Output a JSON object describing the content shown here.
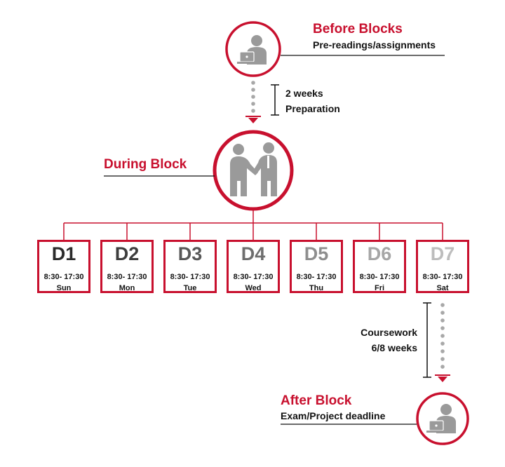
{
  "before": {
    "title": "Before Blocks",
    "subtitle": "Pre-readings/assignments",
    "icon": "person-laptop-icon"
  },
  "prep": {
    "line1": "2 weeks",
    "line2": "Preparation"
  },
  "during": {
    "title": "During Block",
    "icon": "handshake-icon"
  },
  "days": [
    {
      "code": "D1",
      "time": "8:30- 17:30",
      "dow": "Sun",
      "color": "#2b2b2b"
    },
    {
      "code": "D2",
      "time": "8:30- 17:30",
      "dow": "Mon",
      "color": "#3d3d3d"
    },
    {
      "code": "D3",
      "time": "8:30- 17:30",
      "dow": "Tue",
      "color": "#575757"
    },
    {
      "code": "D4",
      "time": "8:30- 17:30",
      "dow": "Wed",
      "color": "#6e6e6e"
    },
    {
      "code": "D5",
      "time": "8:30- 17:30",
      "dow": "Thu",
      "color": "#8e8e8e"
    },
    {
      "code": "D6",
      "time": "8:30- 17:30",
      "dow": "Fri",
      "color": "#a6a6a6"
    },
    {
      "code": "D7",
      "time": "8:30- 17:30",
      "dow": "Sat",
      "color": "#bdbdbd"
    }
  ],
  "coursework": {
    "line1": "Coursework",
    "line2": "6/8 weeks"
  },
  "after": {
    "title": "After Block",
    "subtitle": "Exam/Project deadline",
    "icon": "person-laptop-icon"
  },
  "colors": {
    "accent": "#c8102e",
    "icon_gray": "#9a9a9a",
    "dots": "#a8a8a8"
  }
}
